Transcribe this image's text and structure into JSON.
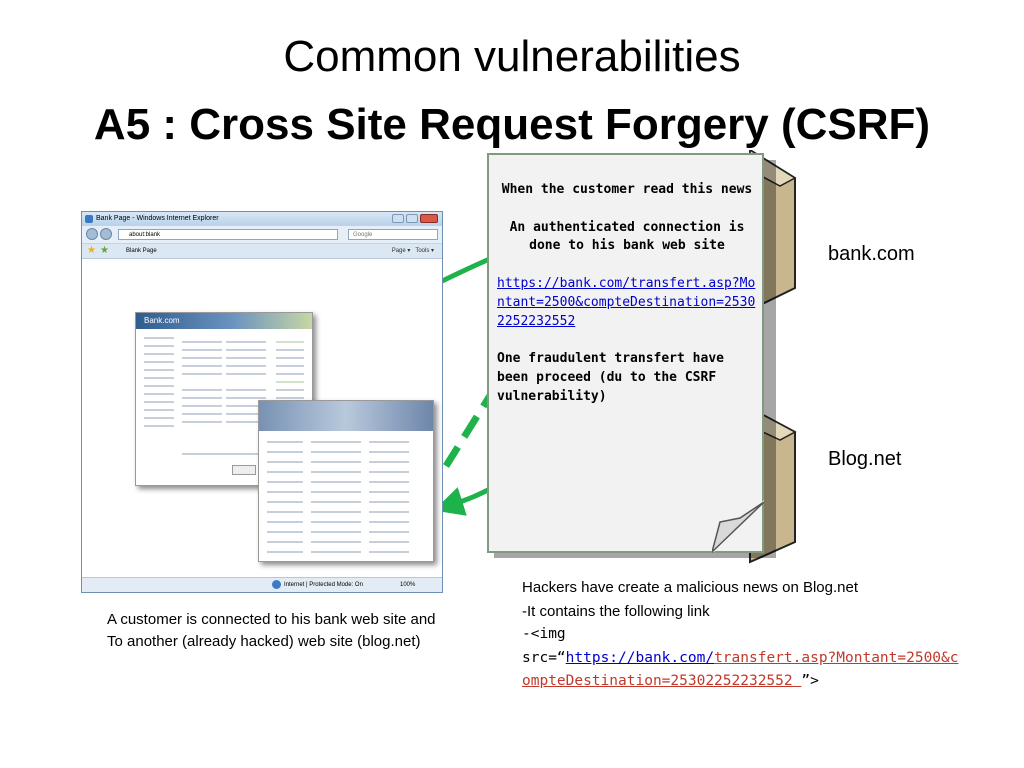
{
  "slide": {
    "title_line1": "Common vulnerabilities",
    "title_line2": "A5 : Cross Site Request Forgery (CSRF)"
  },
  "browser": {
    "window_title": "Bank Page - Windows Internet Explorer",
    "address": "about:blank",
    "search_placeholder": "Google",
    "tab_label": "Blank Page",
    "page_menu": "Page ▾",
    "tools_menu": "Tools ▾",
    "status_text": "Internet | Protected Mode: On",
    "zoom": "100%",
    "bank_logo": "Bank.com"
  },
  "news": {
    "line1": "When the customer read this news",
    "line2": "An authenticated connection is done to his bank web site",
    "link": "https://bank.com/transfert.asp?Montant=2500&compteDestination=25302252232552",
    "line3": "One fraudulent transfert have been proceed (du to the CSRF vulnerability)"
  },
  "servers": {
    "bank": "bank.com",
    "blog": "Blog.net"
  },
  "captions": {
    "customer_line1": "A customer is connected to his bank web site and",
    "customer_line2": "To another (already hacked) web site (blog.net)",
    "hackers_line1": "Hackers have  create a malicious news on Blog.net",
    "hackers_line2": "-It contains the following link",
    "hackers_line3": "-<img",
    "src_prefix": "src=“",
    "src_link_a": "https://bank.com/",
    "src_link_b": "transfert.asp?Montant=2500&compteDestination=25302252232552 ",
    "src_suffix": "”>"
  },
  "colors": {
    "arrow_green": "#1db34a",
    "note_border": "#7e9b80",
    "server_tan": "#c8b68f"
  }
}
